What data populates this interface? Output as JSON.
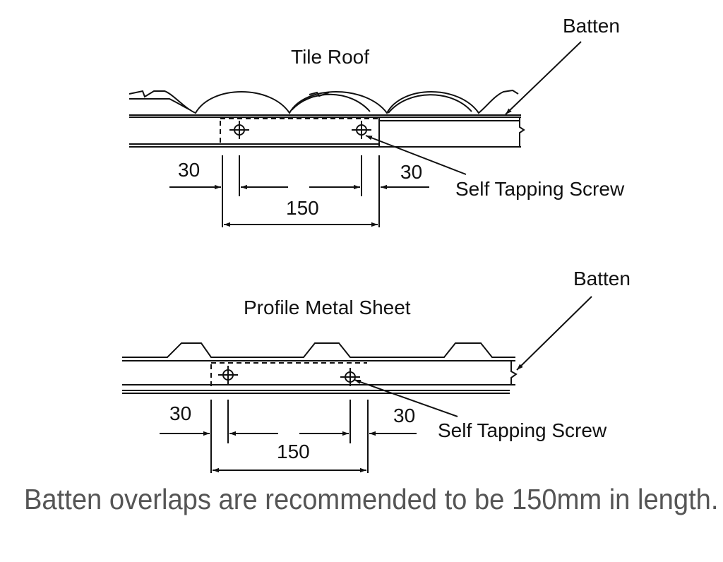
{
  "diagrams": {
    "tile_roof": {
      "title": "Tile Roof",
      "batten_label": "Batten",
      "screw_label": "Self Tapping Screw",
      "dim_left": "30",
      "dim_right": "30",
      "dim_overlap": "150"
    },
    "metal_sheet": {
      "title": "Profile Metal Sheet",
      "batten_label": "Batten",
      "screw_label": "Self Tapping Screw",
      "dim_left": "30",
      "dim_right": "30",
      "dim_overlap": "150"
    }
  },
  "caption": "Batten overlaps are recommended to be 150mm in length.",
  "colors": {
    "line": "#111111",
    "caption": "#555555"
  }
}
